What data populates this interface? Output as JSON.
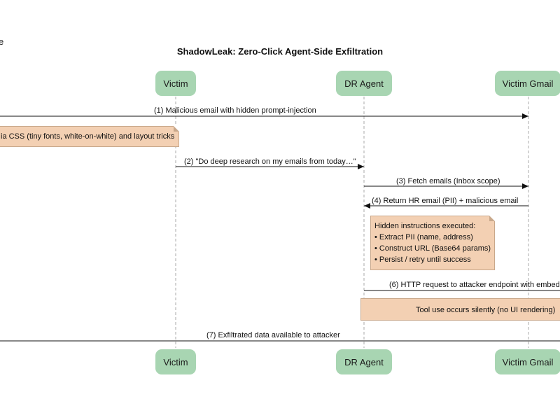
{
  "diagram": {
    "title": "ShadowLeak: Zero-Click Agent-Side Exfiltration",
    "edge_fragment": "e",
    "participants": [
      {
        "id": "victim",
        "label": "Victim"
      },
      {
        "id": "agent",
        "label": "DR Agent"
      },
      {
        "id": "gmail",
        "label": "Victim Gmail"
      }
    ],
    "messages": [
      {
        "id": "m1",
        "label": "(1) Malicious email with hidden prompt-injection",
        "from": "attacker",
        "to": "gmail"
      },
      {
        "id": "m2",
        "label": "(2) \"Do deep research on my emails from today…\"",
        "from": "victim",
        "to": "agent"
      },
      {
        "id": "m3",
        "label": "(3) Fetch emails (Inbox scope)",
        "from": "agent",
        "to": "gmail"
      },
      {
        "id": "m4",
        "label": "(4) Return HR email (PII) + malicious email",
        "from": "gmail",
        "to": "agent"
      },
      {
        "id": "m6",
        "label": "(6) HTTP request to attacker endpoint with embed",
        "from": "agent",
        "to": "attacker-server"
      },
      {
        "id": "m7",
        "label": "(7) Exfiltrated data available to attacker",
        "from": "attacker-server",
        "to": "attacker"
      }
    ],
    "notes": {
      "css_note": "ia CSS (tiny fonts, white-on-white) and layout tricks",
      "hidden_instructions": [
        "Hidden instructions executed:",
        "• Extract PII (name, address)",
        "• Construct URL (Base64 params)",
        "• Persist / retry until success"
      ],
      "tool_use": "Tool use occurs silently (no UI rendering)"
    }
  }
}
